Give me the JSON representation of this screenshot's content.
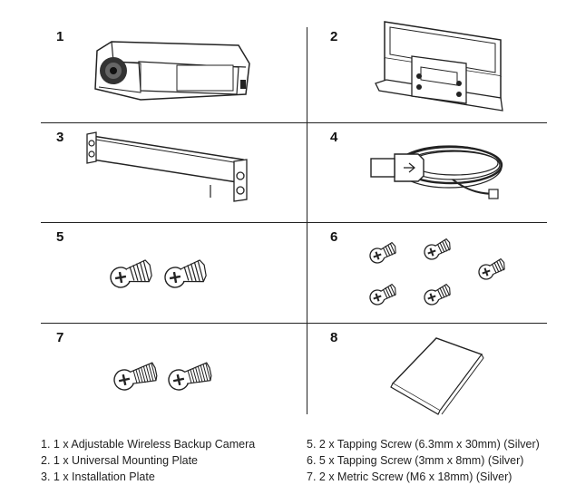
{
  "items": [
    {
      "number": "1",
      "name": "camera-illustration"
    },
    {
      "number": "2",
      "name": "mounting-plate-illustration"
    },
    {
      "number": "3",
      "name": "installation-plate-illustration"
    },
    {
      "number": "4",
      "name": "usb-cable-illustration"
    },
    {
      "number": "5",
      "name": "tapping-screws-large-illustration"
    },
    {
      "number": "6",
      "name": "tapping-screws-small-illustration"
    },
    {
      "number": "7",
      "name": "metric-screws-illustration"
    },
    {
      "number": "8",
      "name": "manual-illustration"
    }
  ],
  "legend_left": [
    "1. 1 x Adjustable Wireless Backup Camera",
    "2. 1 x Universal Mounting Plate",
    "3. 1 x Installation Plate"
  ],
  "legend_right": [
    "5. 2 x Tapping Screw (6.3mm x 30mm) (Silver)",
    "6. 5 x Tapping Screw (3mm x 8mm) (Silver)",
    "7. 2 x Metric Screw (M6 x 18mm) (Silver)"
  ]
}
